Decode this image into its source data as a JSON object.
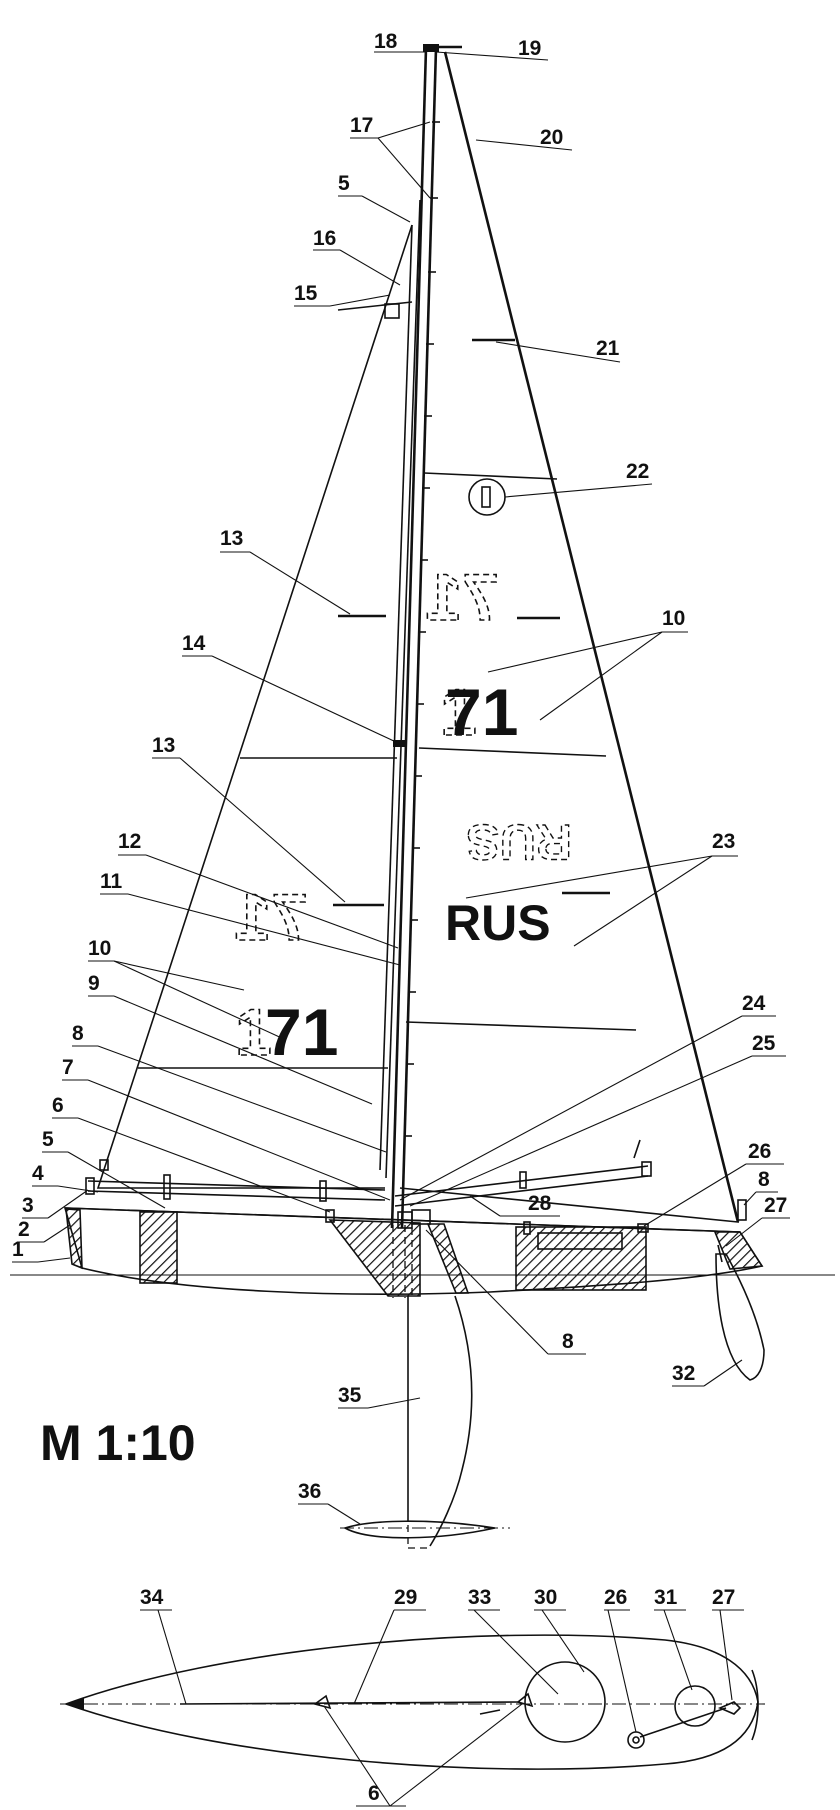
{
  "scale_label": "M 1:10",
  "sail_number": "71",
  "country_code": "RUS",
  "callouts": {
    "c1": "1",
    "c2": "2",
    "c3": "3",
    "c4": "4",
    "c5a": "5",
    "c5b": "5",
    "c6a": "6",
    "c6b": "6",
    "c7": "7",
    "c8a": "8",
    "c8b": "8",
    "c8c": "8",
    "c9": "9",
    "c10a": "10",
    "c10b": "10",
    "c11": "11",
    "c12": "12",
    "c13a": "13",
    "c13b": "13",
    "c14": "14",
    "c15": "15",
    "c16": "16",
    "c17": "17",
    "c18": "18",
    "c19": "19",
    "c20": "20",
    "c21": "21",
    "c22": "22",
    "c23": "23",
    "c24": "24",
    "c25": "25",
    "c26a": "26",
    "c26b": "26",
    "c27a": "27",
    "c27b": "27",
    "c28": "28",
    "c29": "29",
    "c30": "30",
    "c31": "31",
    "c32": "32",
    "c33": "33",
    "c34": "34",
    "c35": "35",
    "c36": "36"
  }
}
